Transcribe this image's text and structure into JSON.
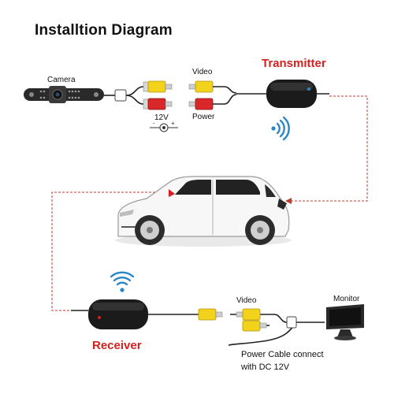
{
  "title": "Installtion Diagram",
  "labels": {
    "camera": "Camera",
    "video_top": "Video",
    "power": "Power",
    "voltage": "12V",
    "transmitter": "Transmitter",
    "receiver": "Receiver",
    "video_bottom": "Video",
    "monitor": "Monitor",
    "power_note_line1": "Power Cable connect",
    "power_note_line2": "with DC 12V"
  },
  "colors": {
    "accent_red": "#d42020",
    "connector_yellow": "#f2d21a",
    "connector_red": "#d8282a",
    "module_black": "#1b1b1b",
    "signal_blue": "#2a86c8",
    "dash_red": "#c0392b"
  }
}
